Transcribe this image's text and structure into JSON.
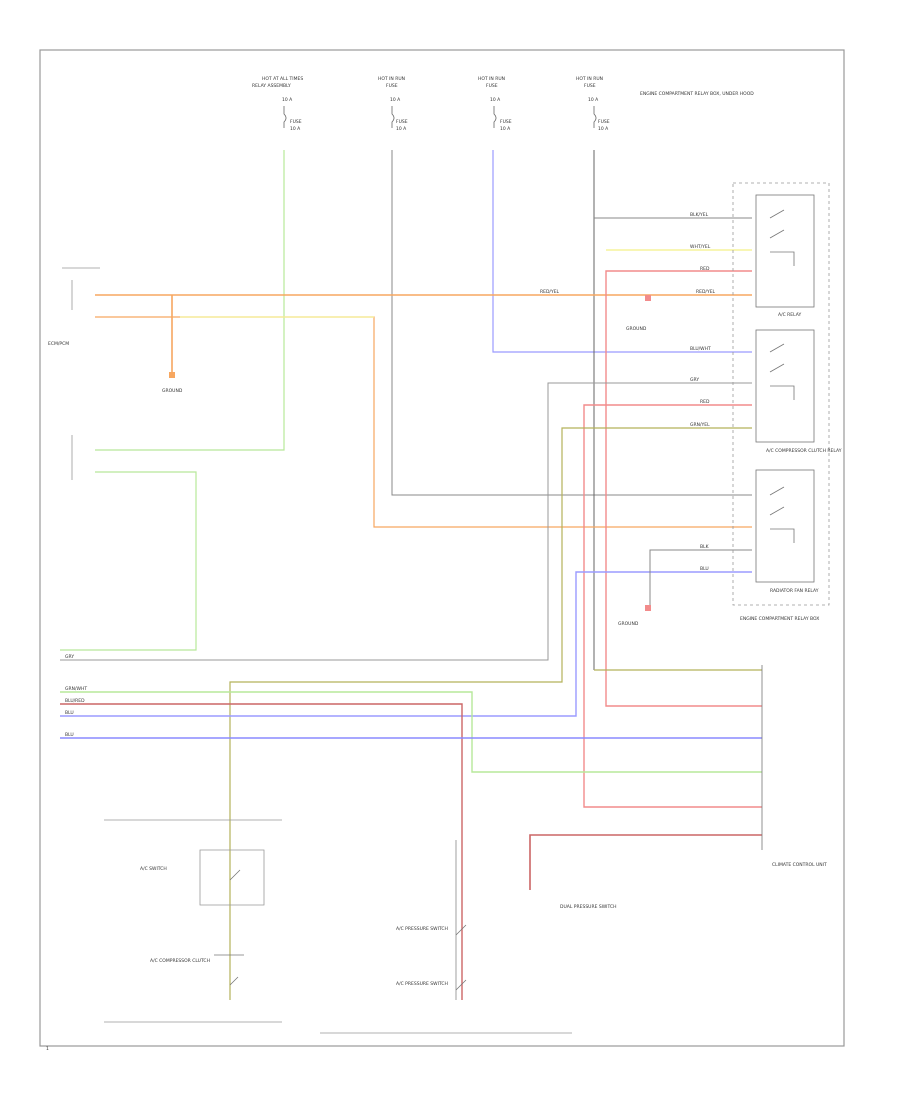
{
  "diagram": {
    "page_number": "1",
    "power_sources": [
      {
        "top": "HOT AT ALL TIMES",
        "sub": "RELAY ASSEMBLY",
        "fuse_block": "10 A",
        "fuse": "FUSE",
        "amp": "10 A"
      },
      {
        "top": "HOT IN RUN",
        "sub": "FUSE",
        "fuse_block": "10 A",
        "fuse": "FUSE",
        "amp": "10 A"
      },
      {
        "top": "HOT IN RUN",
        "sub": "FUSE",
        "fuse_block": "10 A",
        "fuse": "FUSE",
        "amp": "10 A"
      },
      {
        "top": "HOT IN RUN",
        "sub": "FUSE",
        "fuse_block": "10 A",
        "fuse": "FUSE",
        "amp": "10 A"
      }
    ],
    "fuse_note": "ENGINE COMPARTMENT RELAY BOX, UNDER HOOD",
    "wires": {
      "blk_yel": "BLK/YEL",
      "wht_yel": "WHT/YEL",
      "red": "RED",
      "red_yel": "RED/YEL",
      "blu": "BLU",
      "blu_wht": "BLU/WHT",
      "grn_wht": "GRN/WHT",
      "blu_red": "BLU/RED",
      "grn_yel": "GRN/YEL",
      "gry": "GRY",
      "blk": "BLK"
    },
    "components": {
      "ecm": "ECM/PCM",
      "relay_1": "A/C RELAY",
      "relay_2": "A/C COMPRESSOR CLUTCH RELAY",
      "relay_3": "RADIATOR FAN RELAY",
      "relay_box": "ENGINE COMPARTMENT RELAY BOX",
      "ground_1": "GROUND",
      "ground_2": "GROUND",
      "ground_3": "GROUND",
      "switch_1": "A/C SWITCH",
      "compressor": "A/C COMPRESSOR CLUTCH",
      "high_pressure": "A/C PRESSURE SWITCH",
      "low_pressure": "A/C PRESSURE SWITCH",
      "control_unit": "CLIMATE CONTROL UNIT",
      "dual_pressure": "DUAL PRESSURE SWITCH"
    }
  }
}
